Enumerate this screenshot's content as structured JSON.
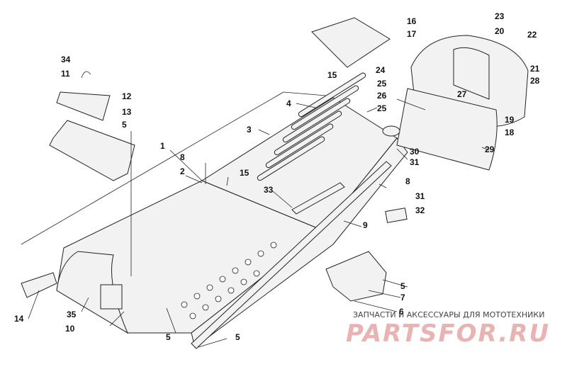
{
  "diagram": {
    "callouts": [
      "1",
      "2",
      "3",
      "4",
      "5",
      "5",
      "5",
      "5",
      "6",
      "7",
      "8",
      "8",
      "9",
      "10",
      "11",
      "12",
      "13",
      "14",
      "15",
      "15",
      "16",
      "17",
      "18",
      "19",
      "20",
      "21",
      "22",
      "23",
      "24",
      "25",
      "25",
      "26",
      "27",
      "28",
      "29",
      "30",
      "31",
      "31",
      "32",
      "33",
      "34",
      "35"
    ]
  },
  "watermark": {
    "caption": "ЗАПЧАСТИ И АКСЕССУАРЫ ДЛЯ МОТОТЕХНИКИ",
    "logo_text": "PARTSFOR.RU"
  }
}
